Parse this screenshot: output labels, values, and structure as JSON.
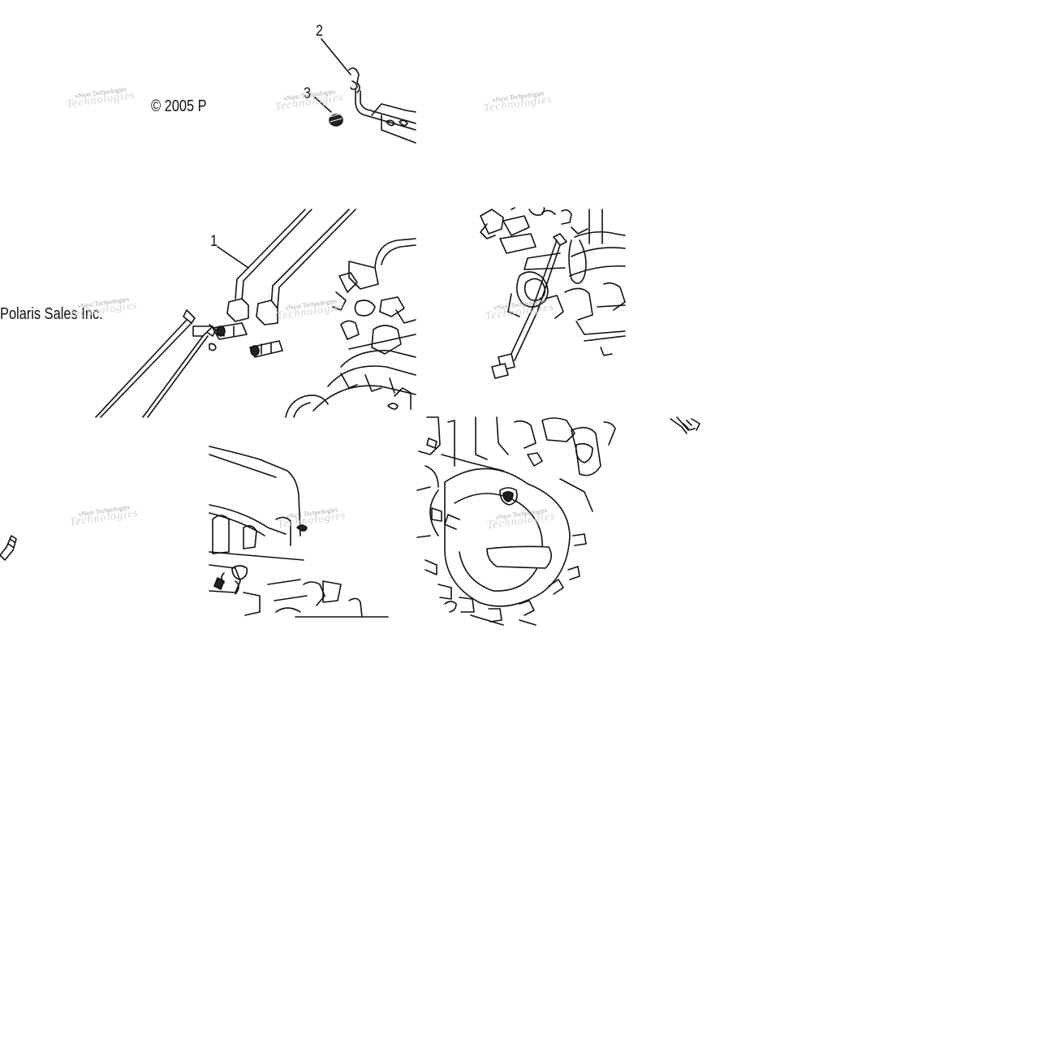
{
  "callouts": [
    {
      "id": "callout-1",
      "label": "1"
    },
    {
      "id": "callout-2",
      "label": "2"
    },
    {
      "id": "callout-3",
      "label": "3"
    }
  ],
  "copyright": {
    "segment_a": "© 2005 P",
    "segment_b": "Polaris Sales Inc."
  },
  "watermark": {
    "small": "vNext Technologies",
    "large": "Technologies"
  }
}
